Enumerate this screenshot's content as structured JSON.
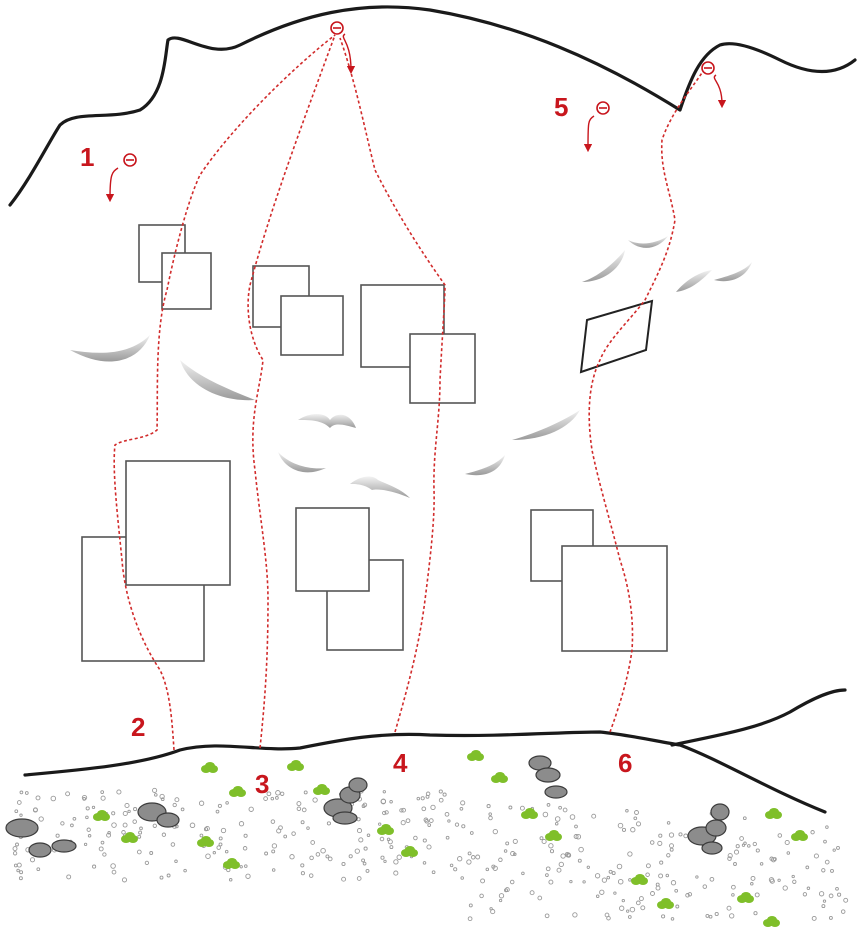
{
  "colors": {
    "route": "#d12b2b",
    "number": "#c8161d",
    "outline": "#1a1a1a",
    "slab": "#555555",
    "ledge": "#bdbdbd",
    "rock": "#8c8c8c",
    "shrub": "#7fbf2a",
    "gravel": "#9a9a9a"
  },
  "labels": {
    "route1": "1",
    "route2": "2",
    "route3": "3",
    "route4": "4",
    "route5": "5",
    "route6": "6"
  },
  "icons": {
    "anchor": "rappel-anchor-icon"
  }
}
